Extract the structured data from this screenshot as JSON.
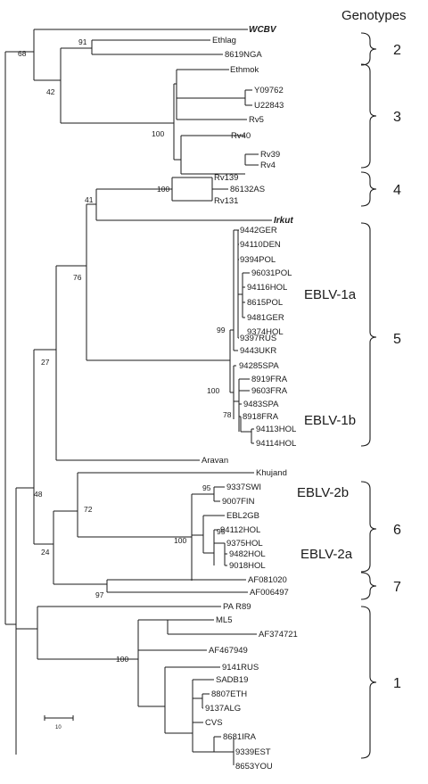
{
  "title": "Genotypes",
  "leaves": [
    "WCBV",
    "Ethlag",
    "8619NGA",
    "Ethmok",
    "Y09762",
    "U22843",
    "Rv5",
    "Rv40",
    "Rv39",
    "Rv4",
    "Rv139",
    "86132AS",
    "Rv131",
    "Irkut",
    "9442GER",
    "94110DEN",
    "9394POL",
    "96031POL",
    "94116HOL",
    "8615POL",
    "9481GER",
    "9374HOL",
    "9397RUS",
    "9443UKR",
    "94285SPA",
    "8919FRA",
    "9603FRA",
    "9483SPA",
    "8918FRA",
    "94113HOL",
    "94114HOL",
    "Aravan",
    "Khujand",
    "9337SWI",
    "9007FIN",
    "EBL2GB",
    "94112HOL",
    "9375HOL",
    "9482HOL",
    "9018HOL",
    "AF081020",
    "AF006497",
    "PA R89",
    "ML5",
    "AF374721",
    "AF467949",
    "9141RUS",
    "SADB19",
    "8807ETH",
    "9137ALG",
    "CVS",
    "8681IRA",
    "9339EST",
    "8653YOU"
  ],
  "bootstrap": [
    "68",
    "91",
    "42",
    "100",
    "41",
    "100",
    "76",
    "99",
    "100",
    "78",
    "27",
    "48",
    "72",
    "95",
    "100",
    "95",
    "24",
    "97",
    "100"
  ],
  "genotypes": [
    "2",
    "3",
    "4",
    "5",
    "6",
    "7",
    "1"
  ],
  "sublineages": [
    "EBLV-1a",
    "EBLV-1b",
    "EBLV-2b",
    "EBLV-2a"
  ],
  "scale_label": "10"
}
